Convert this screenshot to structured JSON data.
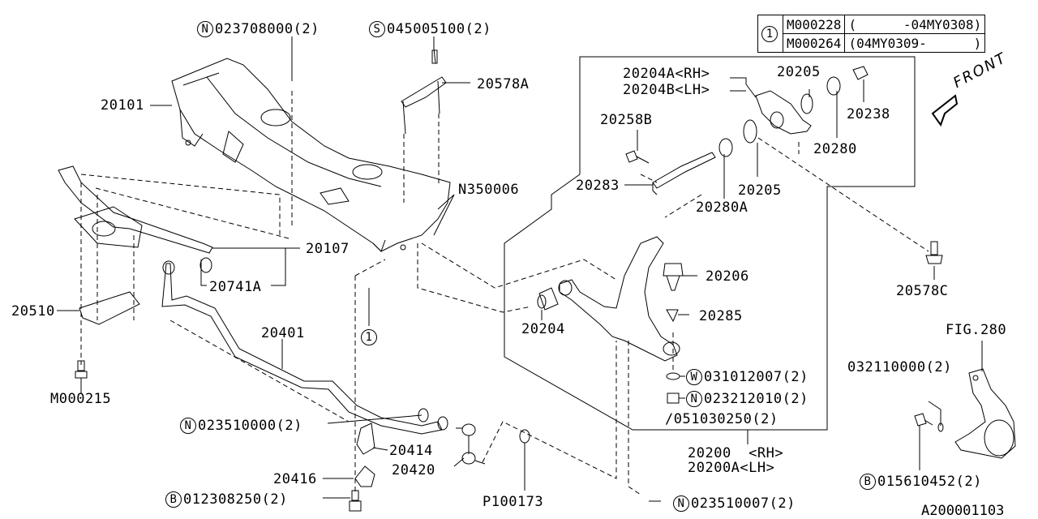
{
  "diagram": {
    "code": "A200001103",
    "fig_reference": "FIG.280",
    "front_label": "FRONT",
    "variant_table": {
      "ref": "1",
      "rows": [
        {
          "part": "M000228",
          "range": "(      -04MY0308)"
        },
        {
          "part": "M000264",
          "range": "(04MY0309-      )"
        }
      ]
    },
    "labels": {
      "p023708000": {
        "prefix": "N",
        "text": "023708000(2)"
      },
      "p045005100": {
        "prefix": "S",
        "text": "045005100(2)"
      },
      "p20578A": {
        "text": "20578A"
      },
      "p20101": {
        "text": "20101"
      },
      "pN350006": {
        "text": "N350006"
      },
      "p20107": {
        "text": "20107"
      },
      "p20741A": {
        "text": "20741A"
      },
      "p20510": {
        "text": "20510"
      },
      "pM000215": {
        "text": "M000215"
      },
      "p20401": {
        "text": "20401"
      },
      "ref1": {
        "text": "1"
      },
      "p023510000": {
        "prefix": "N",
        "text": "023510000(2)"
      },
      "p20414": {
        "text": "20414"
      },
      "p20416": {
        "text": "20416"
      },
      "p20420": {
        "text": "20420"
      },
      "p012308250": {
        "prefix": "B",
        "text": "012308250(2)"
      },
      "pP100173": {
        "text": "P100173"
      },
      "p023510007": {
        "prefix": "N",
        "text": "023510007(2)"
      },
      "p20204A": {
        "text": "20204A<RH>"
      },
      "p20204B": {
        "text": "20204B<LH>"
      },
      "p20205a": {
        "text": "20205"
      },
      "p20238": {
        "text": "20238"
      },
      "p20280": {
        "text": "20280"
      },
      "p20258B": {
        "text": "20258B"
      },
      "p20283": {
        "text": "20283"
      },
      "p20205b": {
        "text": "20205"
      },
      "p20280A": {
        "text": "20280A"
      },
      "p20578C": {
        "text": "20578C"
      },
      "p20206": {
        "text": "20206"
      },
      "p20285": {
        "text": "20285"
      },
      "p20204": {
        "text": "20204"
      },
      "p031012007": {
        "prefix": "W",
        "text": "031012007(2)"
      },
      "p023212010": {
        "prefix": "N",
        "text": "023212010(2)"
      },
      "p051030250": {
        "text": "051030250(2)"
      },
      "p20200": {
        "text": "20200  <RH>"
      },
      "p20200A": {
        "text": "20200A<LH>"
      },
      "p032110000": {
        "text": "032110000(2)"
      },
      "p015610452": {
        "prefix": "B",
        "text": "015610452(2)"
      }
    }
  }
}
